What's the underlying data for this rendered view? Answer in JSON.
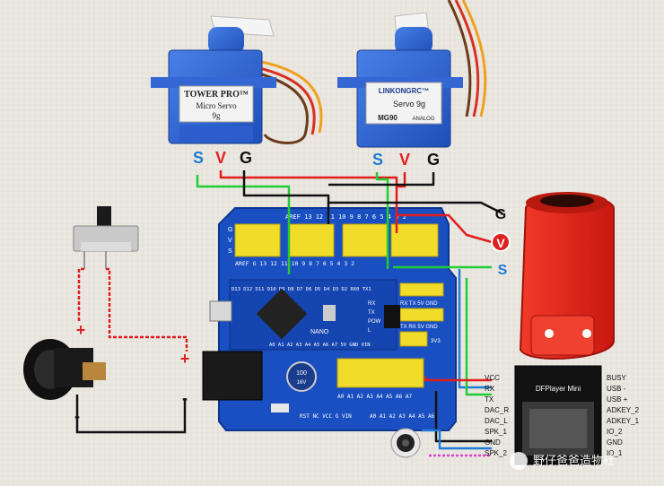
{
  "servo_left": {
    "brand": "TOWER PRO™",
    "model": "Micro Servo",
    "weight": "9g"
  },
  "servo_right": {
    "brand": "LINKONGRC™",
    "model": "Servo 9g",
    "code": "MG90",
    "sub": "ANALOG"
  },
  "pin_labels": {
    "signal": "S",
    "voltage": "V",
    "ground": "G"
  },
  "power_labels": {
    "plus": "+",
    "minus": "-"
  },
  "shield": {
    "nano_label": "NANO",
    "header_top": "AREF 13 12 11 10 9 8 7 6 5 4 3 2",
    "header_row_labels": [
      "G",
      "V",
      "S"
    ],
    "header_bottom": "AREF G 13 12 11 10 9 8 7 6 5 4 3 2",
    "pin_row_mid": "D13 D12 D11 D10 D9 D8 D7 D6 D5 D4 D3 D2 RX0 TX1",
    "serial_labels": [
      "RX",
      "TX",
      "5V",
      "GND"
    ],
    "side_labels": [
      "RX",
      "TX",
      "POW",
      "L"
    ],
    "serial_labels2": [
      "TX",
      "RX",
      "5V",
      "GND"
    ],
    "v33_label": "3V3",
    "analog_row": "A0 A1 A2 A3 A4 A5 A6 A7 5V GND VIN",
    "analog_row2": "A0 A1 A2 A3 A4 A5 A6 A7",
    "bottom_row": "RST NC VCC G VIN",
    "bottom_row2": "A0 A1 A2 A3 A4 A5 A6",
    "cap_value": "100",
    "cap_voltage": "16V"
  },
  "dfplayer": {
    "name": "DFPlayer Mini",
    "left_pins": [
      "VCC",
      "RX",
      "TX",
      "DAC_R",
      "DAC_L",
      "SPK_1",
      "GND",
      "SPK_2"
    ],
    "right_pins": [
      "BUSY",
      "USB -",
      "USB +",
      "ADKEY_2",
      "ADKEY_1",
      "IO_2",
      "GND",
      "IO_1"
    ]
  },
  "watermark": "野仔爸爸造物社",
  "colors": {
    "signal_blue": "#1e7bd6",
    "voltage_red": "#e02020",
    "ground_black": "#111111",
    "wire_green": "#22cc33",
    "wire_red": "#e21c1c",
    "board_blue": "#1a4fc2",
    "header_yellow": "#f2dc2a",
    "servo_blue": "#2a5fd0",
    "module_red": "#e8261c"
  }
}
